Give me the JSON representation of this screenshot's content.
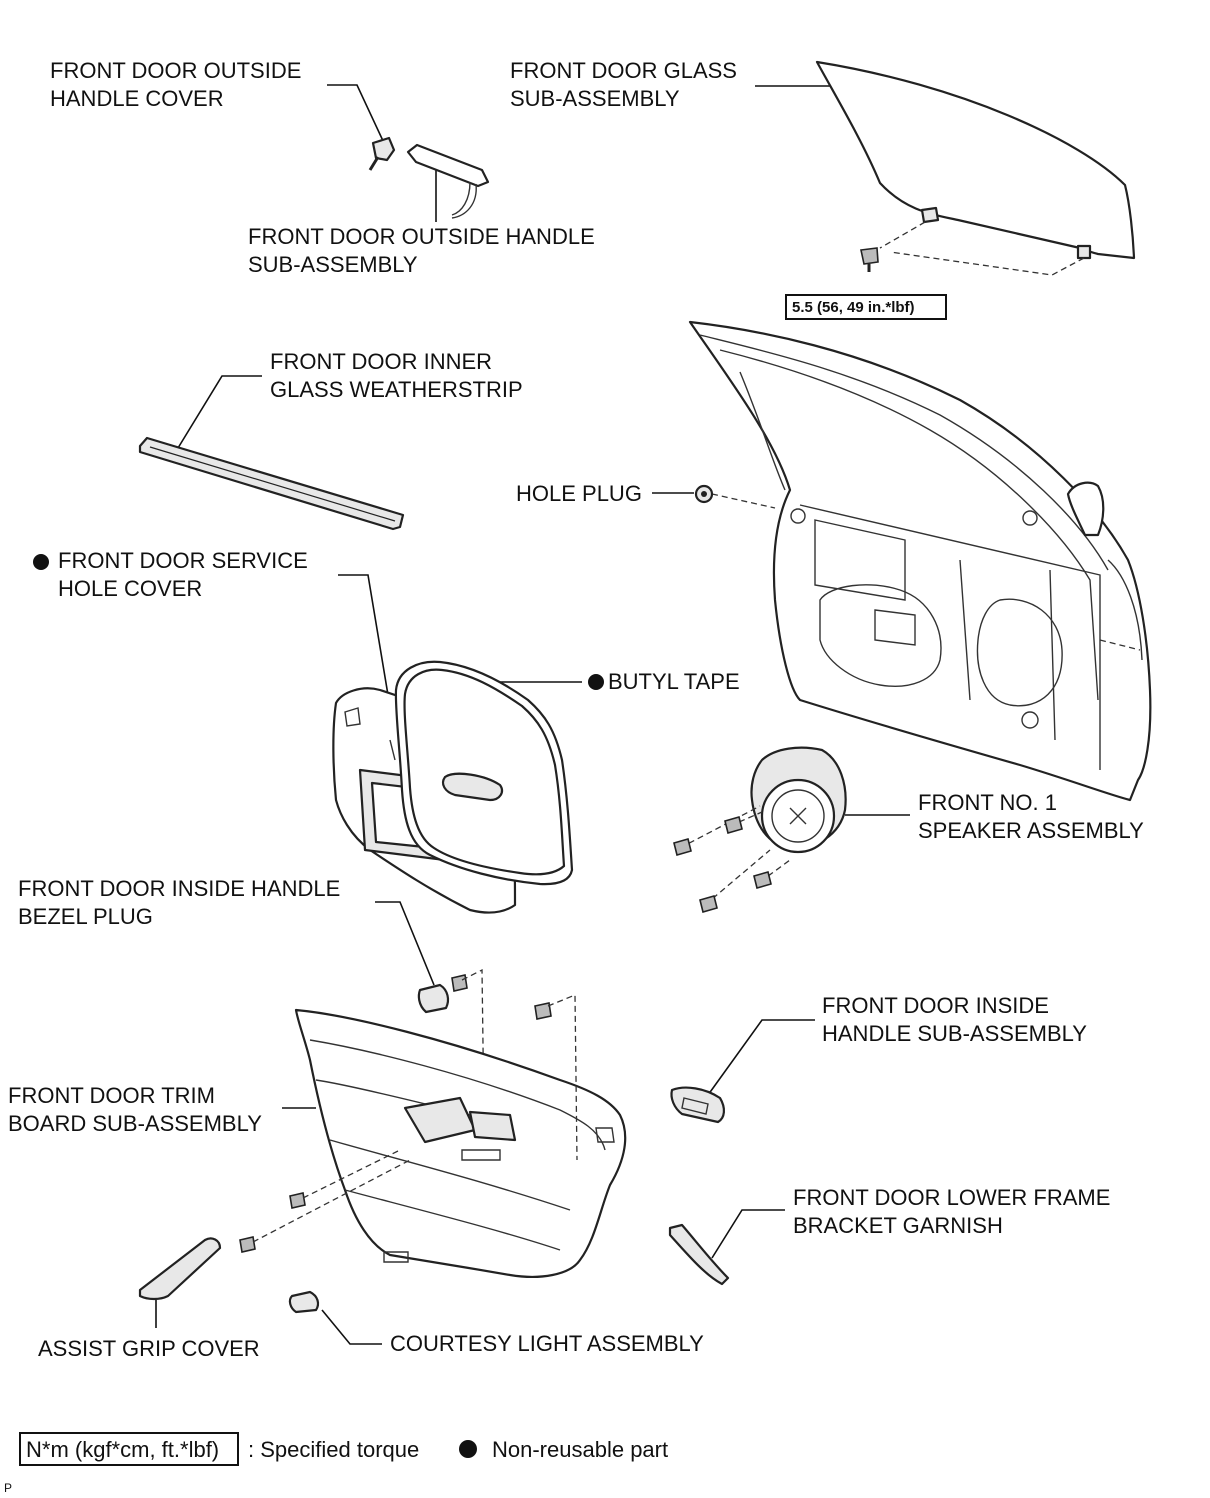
{
  "labels": {
    "outside_handle_cover": [
      "FRONT DOOR OUTSIDE",
      "HANDLE COVER"
    ],
    "glass_subassembly": [
      "FRONT DOOR GLASS",
      "SUB-ASSEMBLY"
    ],
    "outside_handle_subassembly": [
      "FRONT DOOR OUTSIDE HANDLE",
      "SUB-ASSEMBLY"
    ],
    "inner_glass_weatherstrip": [
      "FRONT DOOR INNER",
      "GLASS WEATHERSTRIP"
    ],
    "hole_plug": "HOLE PLUG",
    "service_hole_cover": [
      "FRONT DOOR SERVICE",
      "HOLE COVER"
    ],
    "butyl_tape": "BUTYL TAPE",
    "speaker_assembly": [
      "FRONT NO. 1",
      "SPEAKER ASSEMBLY"
    ],
    "inside_handle_bezel_plug": [
      "FRONT DOOR INSIDE HANDLE",
      "BEZEL PLUG"
    ],
    "inside_handle_subassembly": [
      "FRONT DOOR INSIDE",
      "HANDLE SUB-ASSEMBLY"
    ],
    "trim_board_subassembly": [
      "FRONT DOOR TRIM",
      "BOARD SUB-ASSEMBLY"
    ],
    "lower_frame_bracket_garnish": [
      "FRONT DOOR LOWER FRAME",
      "BRACKET GARNISH"
    ],
    "assist_grip_cover": "ASSIST GRIP COVER",
    "courtesy_light_assembly": "COURTESY LIGHT ASSEMBLY"
  },
  "torque_spec": "5.5 (56, 49 in.*lbf)",
  "legend": {
    "torque_box": "N*m (kgf*cm, ft.*lbf)",
    "torque_text": ": Specified torque",
    "nonreusable_text": "Non-reusable part"
  },
  "corner_mark": "P",
  "colors": {
    "line": "#222222",
    "fill": "#ffffff",
    "shade": "#e8e8e8"
  }
}
